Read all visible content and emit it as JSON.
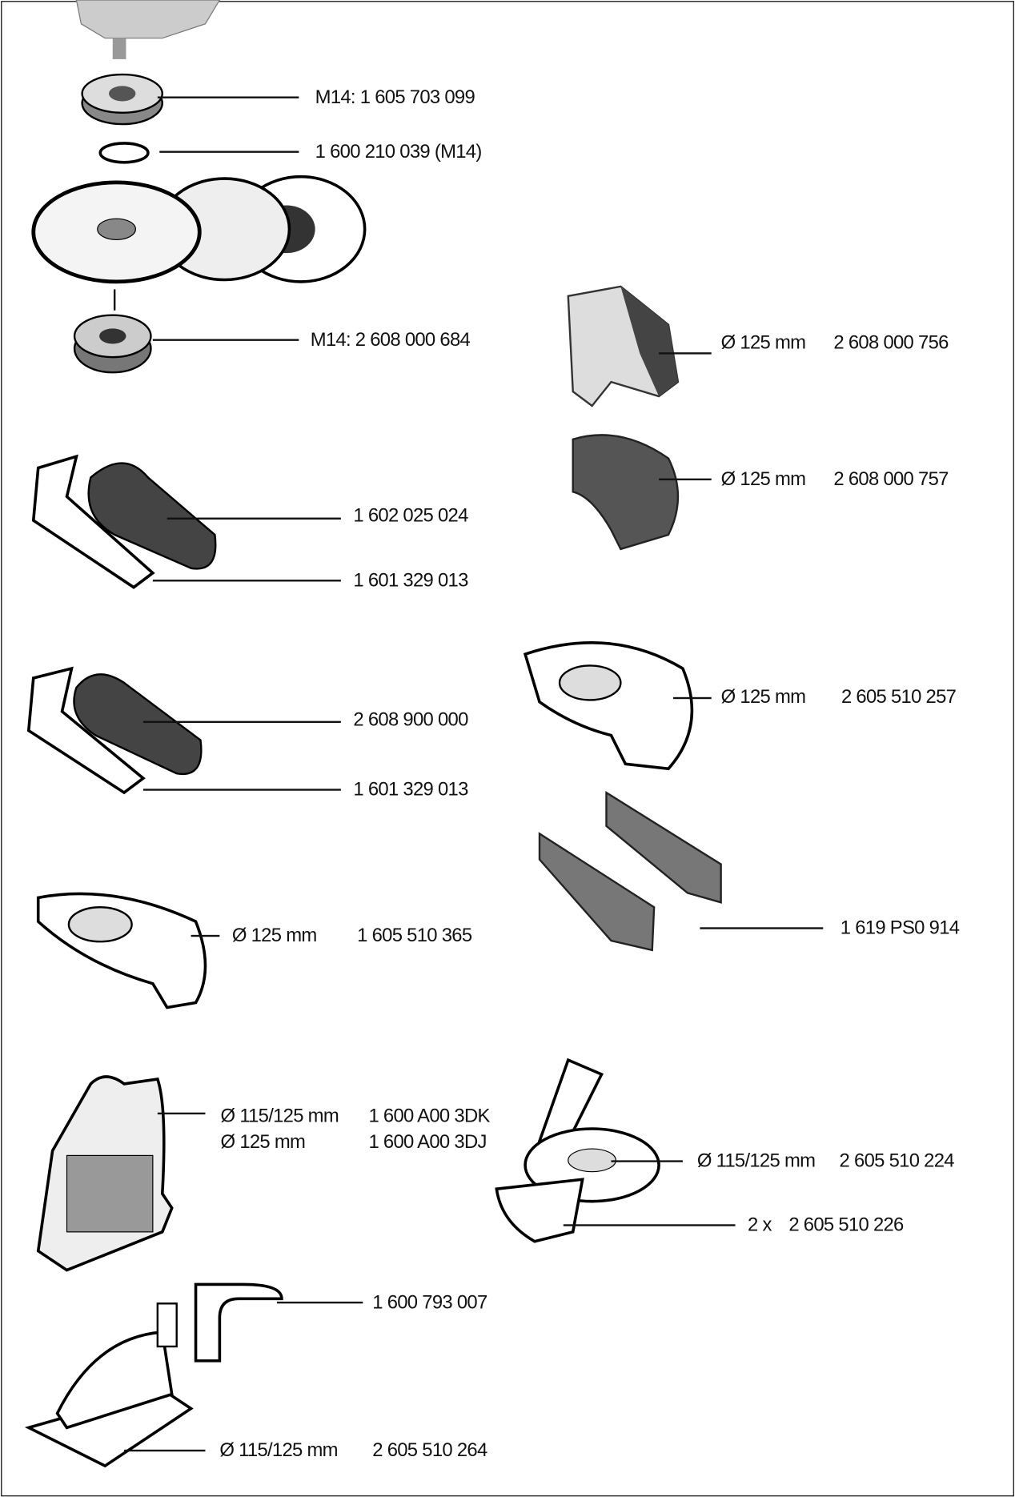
{
  "parts": [
    {
      "id": "flange-top",
      "label": "M14: 1 605 703 099"
    },
    {
      "id": "o-ring",
      "label": "1 600 210 039 (M14)"
    },
    {
      "id": "clamping-nut",
      "label": "M14: 2 608 000 684"
    },
    {
      "id": "guard-756",
      "size": "Ø 125 mm",
      "number": "2 608 000 756"
    },
    {
      "id": "guard-757",
      "size": "Ø 125 mm",
      "number": "2 608 000 757"
    },
    {
      "id": "handle-1",
      "label": "1 602 025 024"
    },
    {
      "id": "hand-guard-1",
      "label": "1 601 329 013"
    },
    {
      "id": "guard-257",
      "size": "Ø 125 mm",
      "number": "2 605 510 257"
    },
    {
      "id": "handle-2",
      "label": "2 608 900 000"
    },
    {
      "id": "hand-guard-2",
      "label": "1 601 329 013"
    },
    {
      "id": "filter",
      "label": "1 619 PS0 914"
    },
    {
      "id": "guard-365",
      "size": "Ø 125 mm",
      "number": "1 605 510 365"
    },
    {
      "id": "extraction-hood",
      "rows": [
        {
          "size": "Ø 115/125 mm",
          "number": "1 600 A00 3DK"
        },
        {
          "size": "Ø 125 mm",
          "number": "1 600 A00 3DJ"
        }
      ]
    },
    {
      "id": "extraction-guard-224",
      "size": "Ø 115/125 mm",
      "number": "2 605 510 224"
    },
    {
      "id": "brush-226",
      "qty": "2 x",
      "number": "2 605 510 226"
    },
    {
      "id": "elbow",
      "label": "1 600 793 007"
    },
    {
      "id": "cutting-guard-264",
      "size": "Ø 115/125 mm",
      "number": "2 605 510 264"
    }
  ]
}
